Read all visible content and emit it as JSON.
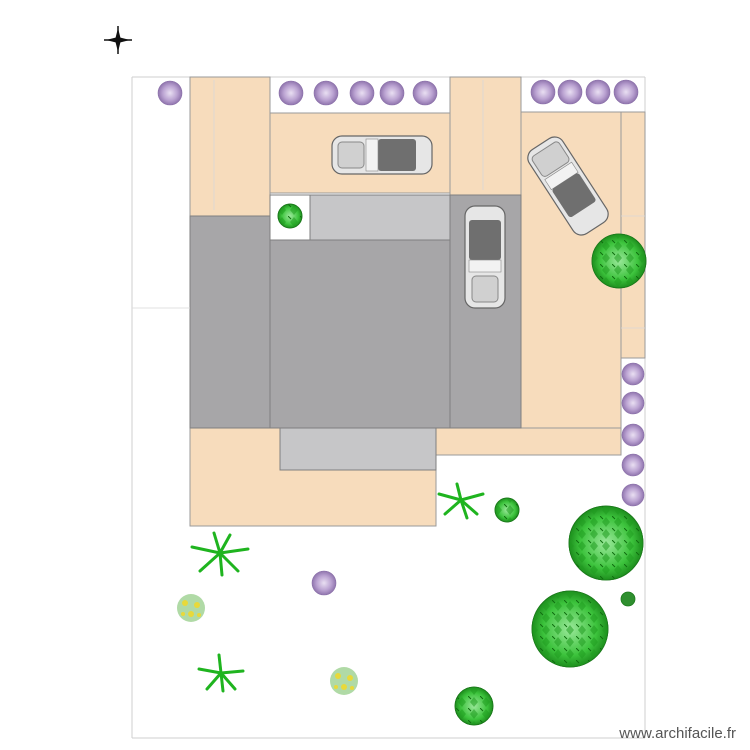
{
  "plan": {
    "compass_icon": "compass-rose-icon",
    "surfaces": {
      "terrace_color": "#f7dcbc",
      "roof_dark_color": "#a7a6a8",
      "roof_light_color": "#c6c6c8",
      "outline_color": "#8a8a8a"
    },
    "vehicles": [
      {
        "name": "car-top",
        "orientation": "horizontal"
      },
      {
        "name": "car-center",
        "orientation": "vertical"
      },
      {
        "name": "car-right",
        "orientation": "diagonal"
      }
    ],
    "vegetation": {
      "shrub_color": "#b9a2cf",
      "tree_color": "#3fbf3f",
      "palm_color": "#2ecc2e",
      "flower_color": "#e8d93a"
    }
  },
  "watermark": "www.archifacile.fr"
}
